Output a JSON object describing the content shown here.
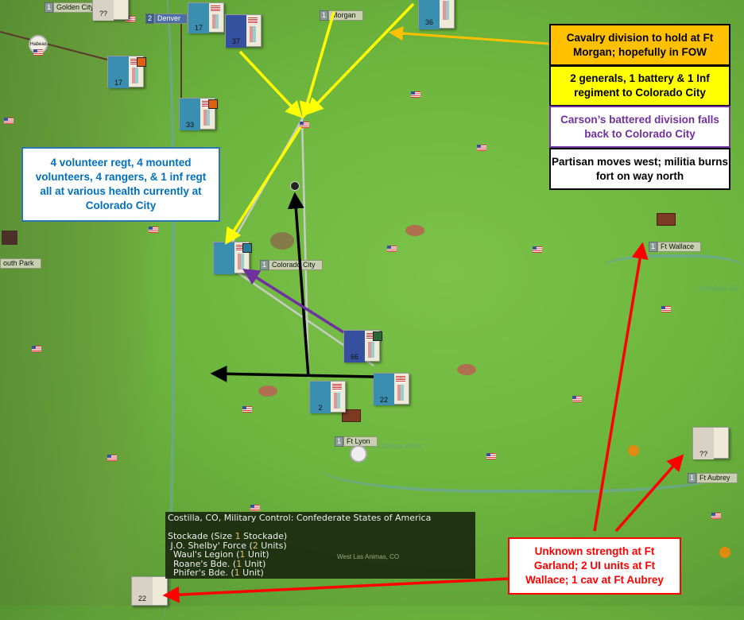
{
  "map_labels": {
    "golden_city": {
      "n": "1",
      "t": "Golden City"
    },
    "denver": {
      "n": "2",
      "t": "Denver"
    },
    "morgan": {
      "n": "1",
      "t": "Morgan"
    },
    "habeas": "Habeas",
    "colorado_city": {
      "n": "1",
      "t": "Colorado City"
    },
    "ft_wallace": {
      "n": "1",
      "t": "Ft Wallace"
    },
    "ft_aubrey": {
      "n": "1",
      "t": "Ft Aubrey"
    },
    "ft_lyon": {
      "n": "1",
      "t": "Ft Lyon"
    },
    "south_park": "outh Park",
    "smokey_hill": "Smokey Hi",
    "arkansas": "Arkansas River",
    "west_las_animas": "West Las Animas, CO"
  },
  "units": [
    {
      "num": "??"
    },
    {
      "num": "17"
    },
    {
      "num": "37"
    },
    {
      "num": "36"
    },
    {
      "num": "17"
    },
    {
      "num": "33"
    },
    {
      "num": "66"
    },
    {
      "num": "2"
    },
    {
      "num": "22"
    },
    {
      "num": "??"
    },
    {
      "num": "22"
    }
  ],
  "annotations": {
    "orange": "Cavalry division to hold at Ft Morgan; hopefully in FOW",
    "yellow": "2 generals, 1 battery & 1 Inf regiment to Colorado City",
    "purple": "Carson’s battered division falls back to Colorado City",
    "black": "Partisan moves west; militia burns fort on way north",
    "blue": "4 volunteer regt, 4 mounted volunteers, 4 rangers, & 1 inf regt all at various health currently at Colorado City",
    "red": "Unknown strength at Ft Garland; 2 UI units at Ft Wallace; 1 cav at Ft Aubrey"
  },
  "tooltip": {
    "title": "Costilla, CO, Military Control: Confederate States of America",
    "stockade": "Stockade (Size ",
    "stockade_n": "1",
    "stockade_end": " Stockade)",
    "rows": [
      {
        "a": " J.O. Shelby' Force (",
        "n": "2",
        "b": " Units)"
      },
      {
        "a": "  Waul's Legion (",
        "n": "1",
        "b": " Unit)"
      },
      {
        "a": "  Roane's Bde. (",
        "n": "1",
        "b": " Unit)"
      },
      {
        "a": "  Phifer's Bde. (",
        "n": "1",
        "b": " Unit)"
      }
    ]
  },
  "colors": {
    "orange": "#FFC000",
    "yellow": "#FFFF00",
    "purple": "#7030A0",
    "blue": "#0070C0",
    "red": "#FF0000",
    "black": "#000000"
  }
}
